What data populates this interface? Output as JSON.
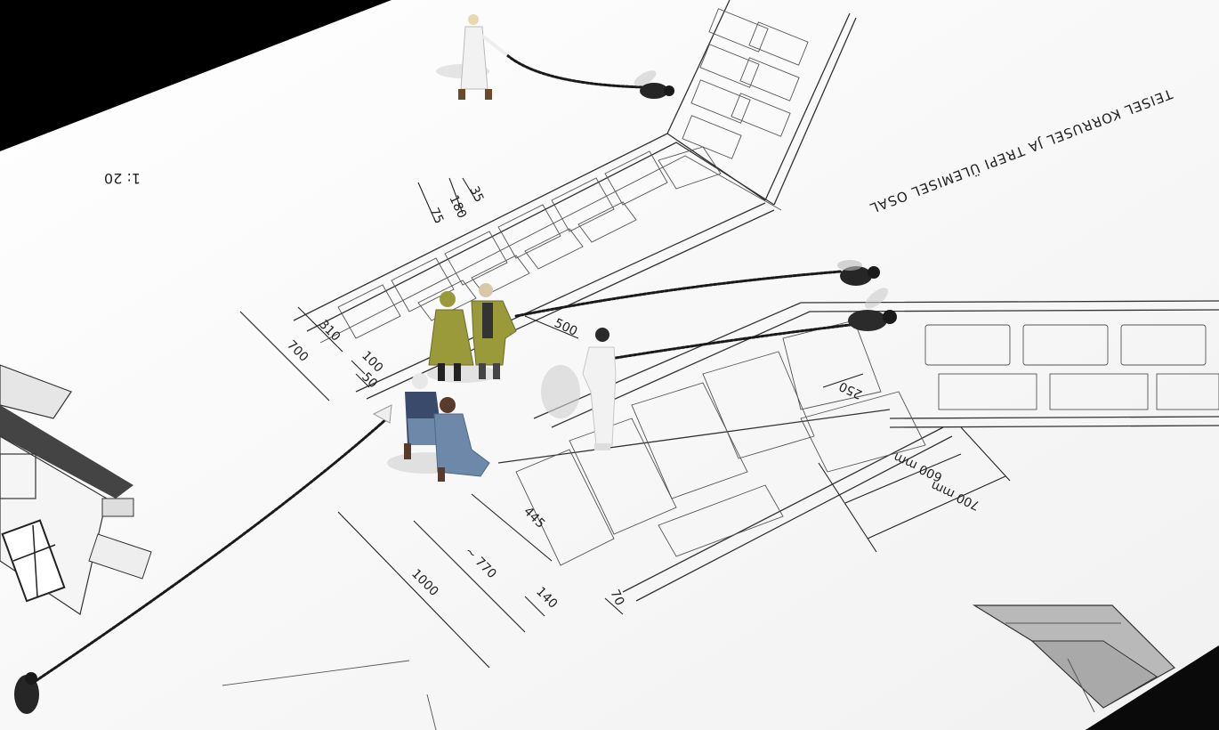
{
  "image": {
    "title_text": "TEISEL KORRUSEL JA TREPI ÜLEMISEL OSAL",
    "scale_text": "1: 20",
    "dimensions": {
      "d700": "700",
      "d310": "310",
      "d100": "100",
      "d50": "50",
      "d75": "75",
      "d180": "180",
      "d35": "35",
      "d500": "500",
      "d250": "250",
      "d445": "445",
      "d770": "~ 770",
      "d1000": "1000",
      "d140": "140",
      "d70": "70",
      "d600mm": "600 mm",
      "d700mm": "700 mm"
    },
    "subjects": [
      "miniature-figures",
      "flies-on-leashes",
      "staircase-blueprint"
    ],
    "colors": {
      "paper": "#f7f7f7",
      "background": "#000000",
      "line": "#333333",
      "figure_olive": "#9a9a3a",
      "figure_white": "#f2f2f2",
      "figure_blue": "#6d88a8",
      "fly": "#262626"
    }
  }
}
